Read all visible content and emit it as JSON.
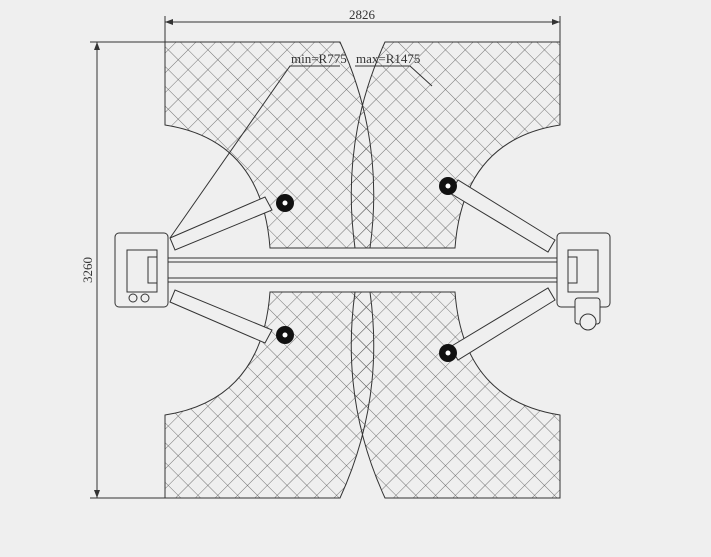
{
  "drawing": {
    "width_dimension": "2826",
    "height_dimension": "3260",
    "min_radius_label": "min=R775",
    "max_radius_label": "max=R1475"
  },
  "colors": {
    "background": "#efefef",
    "line": "#333333",
    "hatch": "#555555"
  }
}
